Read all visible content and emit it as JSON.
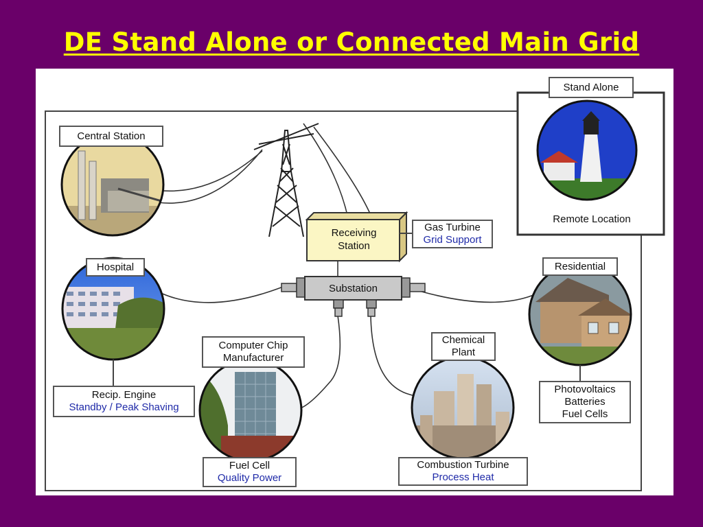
{
  "slide": {
    "title": "DE Stand Alone or Connected Main Grid"
  },
  "diagram": {
    "labels": {
      "central_station": "Central Station",
      "stand_alone": "Stand Alone",
      "remote_location": "Remote Location",
      "receiving_station_1": "Receiving",
      "receiving_station_2": "Station",
      "gas_turbine_1": "Gas Turbine",
      "gas_turbine_2": "Grid Support",
      "substation": "Substation",
      "hospital": "Hospital",
      "residential": "Residential",
      "recip_engine_1": "Recip. Engine",
      "recip_engine_2": "Standby / Peak Shaving",
      "computer_chip_1": "Computer Chip",
      "computer_chip_2": "Manufacturer",
      "chemical_plant_1": "Chemical",
      "chemical_plant_2": "Plant",
      "photovoltaics_1": "Photovoltaics",
      "photovoltaics_2": "Batteries",
      "photovoltaics_3": "Fuel Cells",
      "fuel_cell_1": "Fuel Cell",
      "fuel_cell_2": "Quality Power",
      "combustion_1": "Combustion Turbine",
      "combustion_2": "Process Heat"
    },
    "colors": {
      "background": "#6a0069",
      "title": "#ffff00",
      "receiving_box": "#fbf6c4",
      "substation_box": "#c9c9c9",
      "blue_text": "#1f2aa8"
    }
  }
}
